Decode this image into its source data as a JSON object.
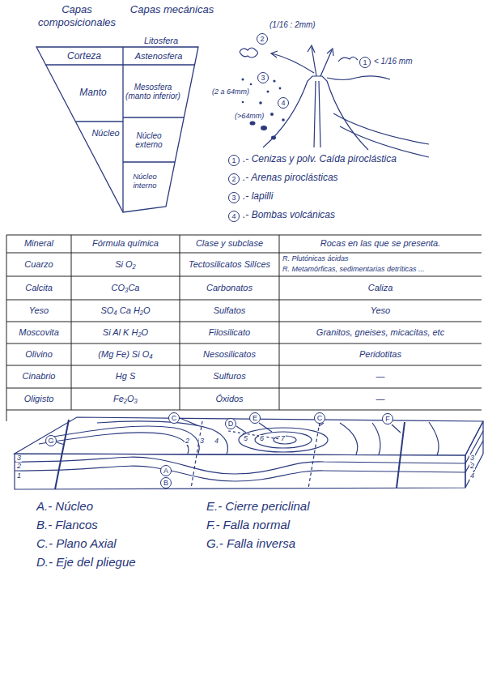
{
  "diagram": {
    "nodes": [
      {
        "text": [
          "Corteza"
        ]
      },
      {
        "text": [
          "Litosfera"
        ]
      },
      {
        "text": [
          "Astenosfera"
        ]
      },
      {
        "text": [
          "Manto"
        ]
      },
      {
        "text": [
          "Mesosfera (manto inferior)"
        ]
      },
      {
        "text": [
          "Núcleo"
        ]
      },
      {
        "text": [
          "Núcleo externo"
        ]
      },
      {
        "text": [
          "Núcleo interno"
        ]
      }
    ],
    "labels": [
      "Capas composicionales",
      "Capas mecánicas",
      "2",
      "(1/16 : 2mm)",
      "1",
      "< 1/16 mm",
      "3",
      "(2 a 64mm)",
      "4",
      "(>64mm)",
      "1",
      ".- Cenizas y polv. Caída piroclástica",
      "2",
      ".- Arenas piroclásticas",
      "3",
      ".- lapilli",
      "4",
      ".- Bombas volcánicas",
      "Mineral",
      "Fórmula química",
      "Clase y subclase",
      "Rocas en las que se presenta.",
      "Cuarzo",
      "Si O₂",
      "Tectosilicatos Silíces",
      "R. Plutónicas ácidas",
      "R. Metamórficas, sedimentarias detríticas ...",
      "Calcita",
      "CO₃Ca",
      "Carbonatos",
      "Caliza",
      "Yeso",
      "SO₄ Ca H₂O",
      "Sulfatos",
      "Yeso",
      "Moscovita",
      "Si Al K H₂O",
      "Filosilicato",
      "Granitos, gneises, micacitas, etc",
      "Olivino",
      "(Mg Fe) Si O₄",
      "Nesosilicatos",
      "Peridotitas",
      "Cinabrio",
      "Hg S",
      "Sulfuros",
      "—",
      "Oligisto",
      "Fe₂O₃",
      "Óxidos",
      "—",
      "C",
      "D",
      "E",
      "C",
      "F",
      "G",
      "A",
      "B",
      "3",
      "2",
      "1",
      "2",
      "3",
      "4",
      "5",
      "6",
      "7",
      "3",
      "2",
      "4",
      "A.- Núcleo",
      "B.- Flancos",
      "C.- Plano Axial",
      "D.- Eje del pliegue",
      "E.- Cierre periclinal",
      "F.- Falla normal",
      "G.- Falla inversa"
    ]
  }
}
